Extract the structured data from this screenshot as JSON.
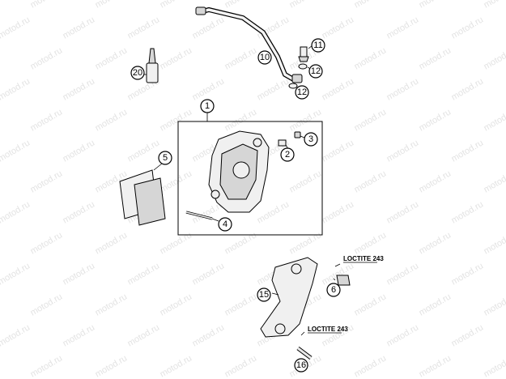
{
  "watermark": {
    "text": "motod.ru",
    "color": "#cccccc"
  },
  "callouts": [
    {
      "id": "c1",
      "label": "1"
    },
    {
      "id": "c2",
      "label": "2"
    },
    {
      "id": "c3",
      "label": "3"
    },
    {
      "id": "c4",
      "label": "4"
    },
    {
      "id": "c5",
      "label": "5"
    },
    {
      "id": "c6",
      "label": "6"
    },
    {
      "id": "c10",
      "label": "10"
    },
    {
      "id": "c11",
      "label": "11"
    },
    {
      "id": "c12a",
      "label": "12"
    },
    {
      "id": "c12b",
      "label": "12"
    },
    {
      "id": "c15",
      "label": "15"
    },
    {
      "id": "c16",
      "label": "16"
    },
    {
      "id": "c20",
      "label": "20"
    }
  ],
  "annotations": {
    "loctite_upper": "LOCTITE 243",
    "loctite_lower": "LOCTITE 243"
  }
}
